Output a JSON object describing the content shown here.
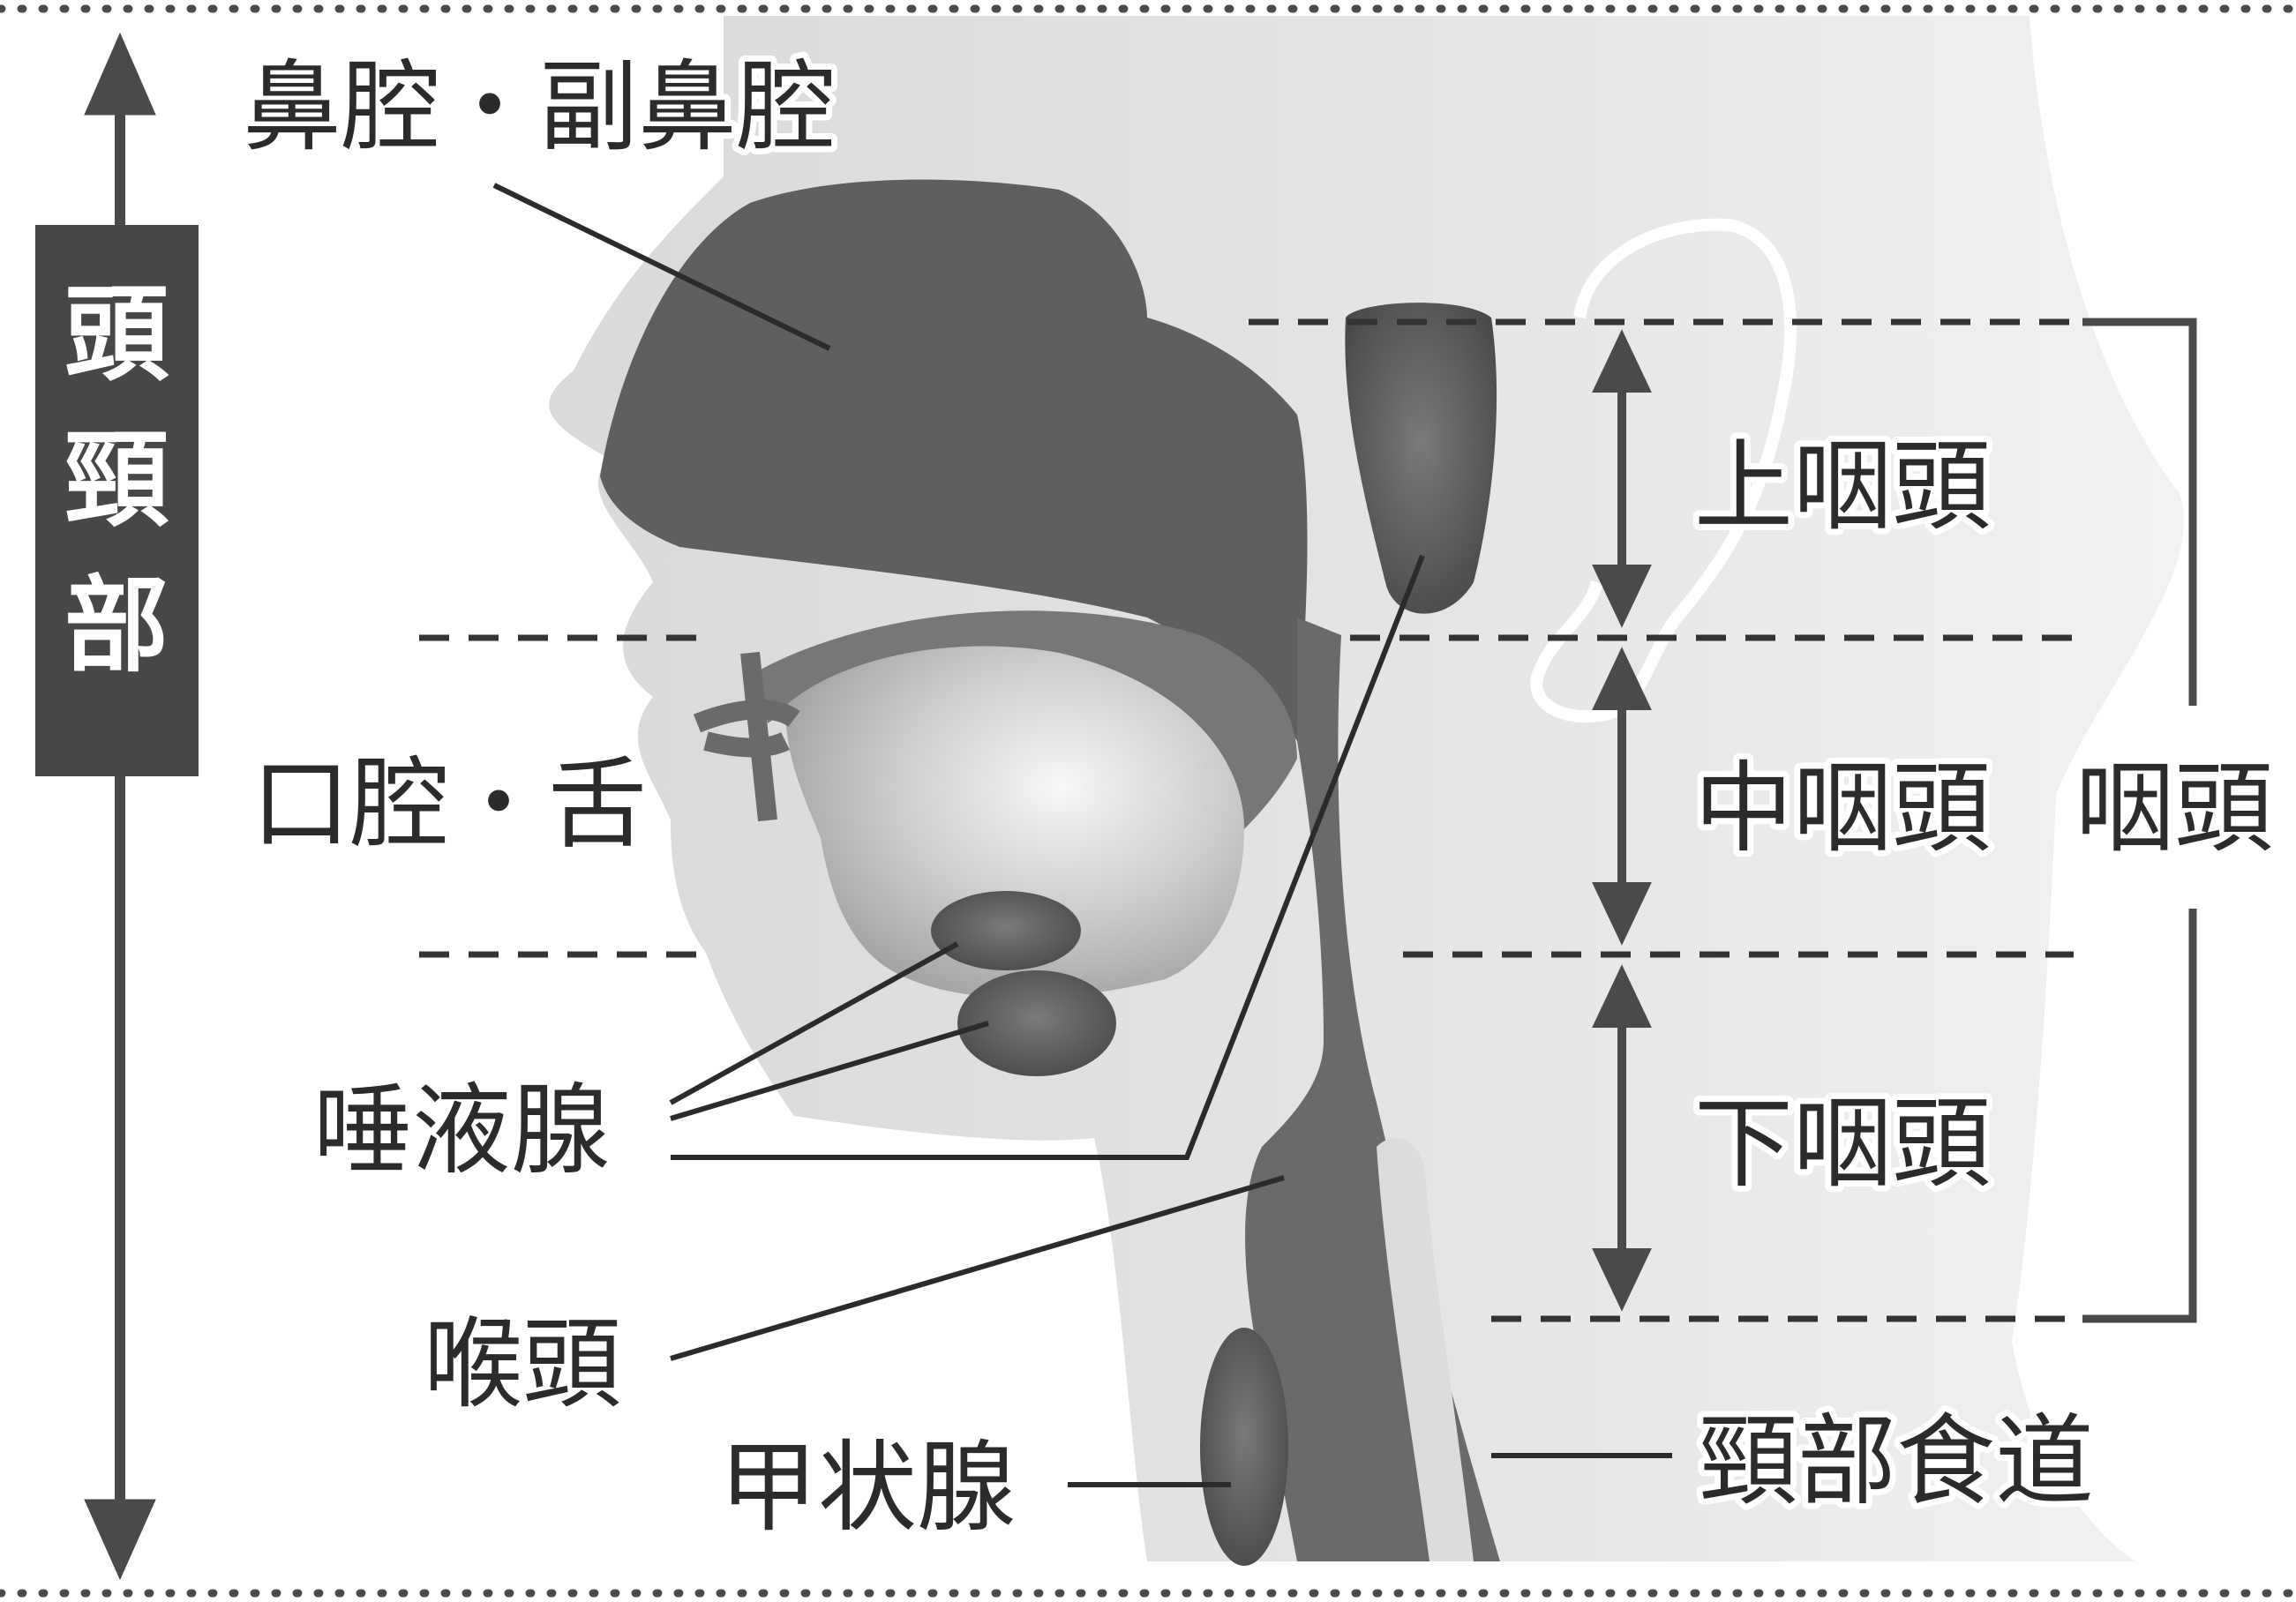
{
  "colors": {
    "background": "#ffffff",
    "head": "#e2e2e2",
    "head_light": "#efefef",
    "cavity_light": "#cfcfcf",
    "tissue_dark": "#5d5d5d",
    "tissue_mid": "#8a8a8a",
    "line": "#3a3a3a",
    "label_box": "#474747"
  },
  "region": {
    "label": "頭頸部"
  },
  "labels": {
    "nasal_cavity": "鼻腔・副鼻腔",
    "oral_cavity": "口腔・舌",
    "salivary_gland": "唾液腺",
    "larynx": "喉頭",
    "thyroid": "甲状腺",
    "cervical_esophagus": "頸部食道",
    "upper_pharynx": "上咽頭",
    "middle_pharynx": "中咽頭",
    "lower_pharynx": "下咽頭",
    "pharynx": "咽頭"
  }
}
